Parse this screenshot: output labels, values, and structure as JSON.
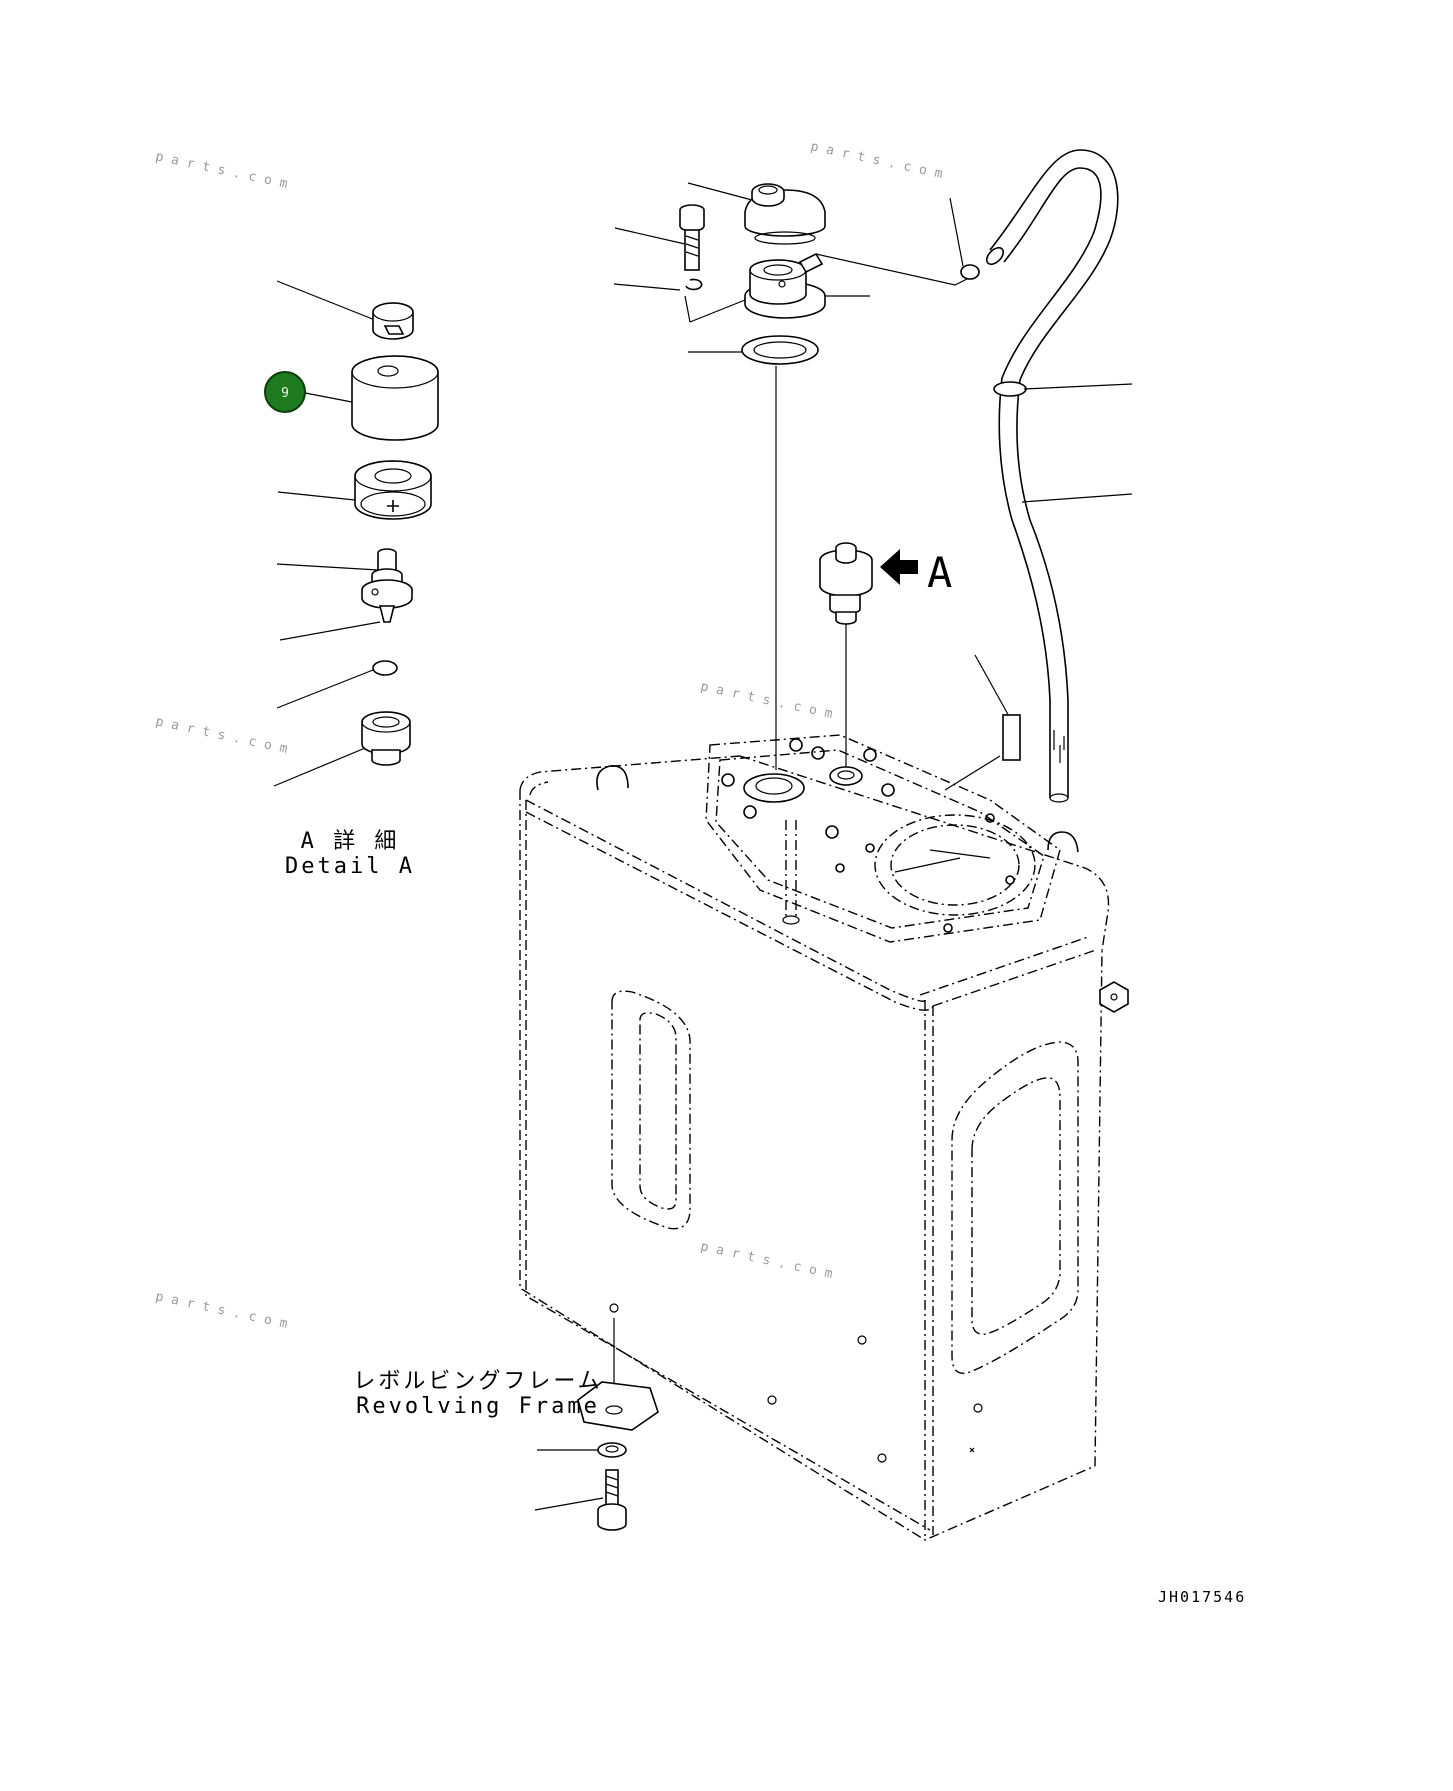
{
  "detail_label_jp": "A 詳 細",
  "detail_label_en": "Detail A",
  "view_arrow_label": "A",
  "frame_label_jp": "レボルビングフレーム",
  "frame_label_en": "Revolving Frame",
  "drawing_number": "JH017546",
  "callout_number": "9",
  "callout_color": "#1f7a1f",
  "watermark": "parts.com"
}
